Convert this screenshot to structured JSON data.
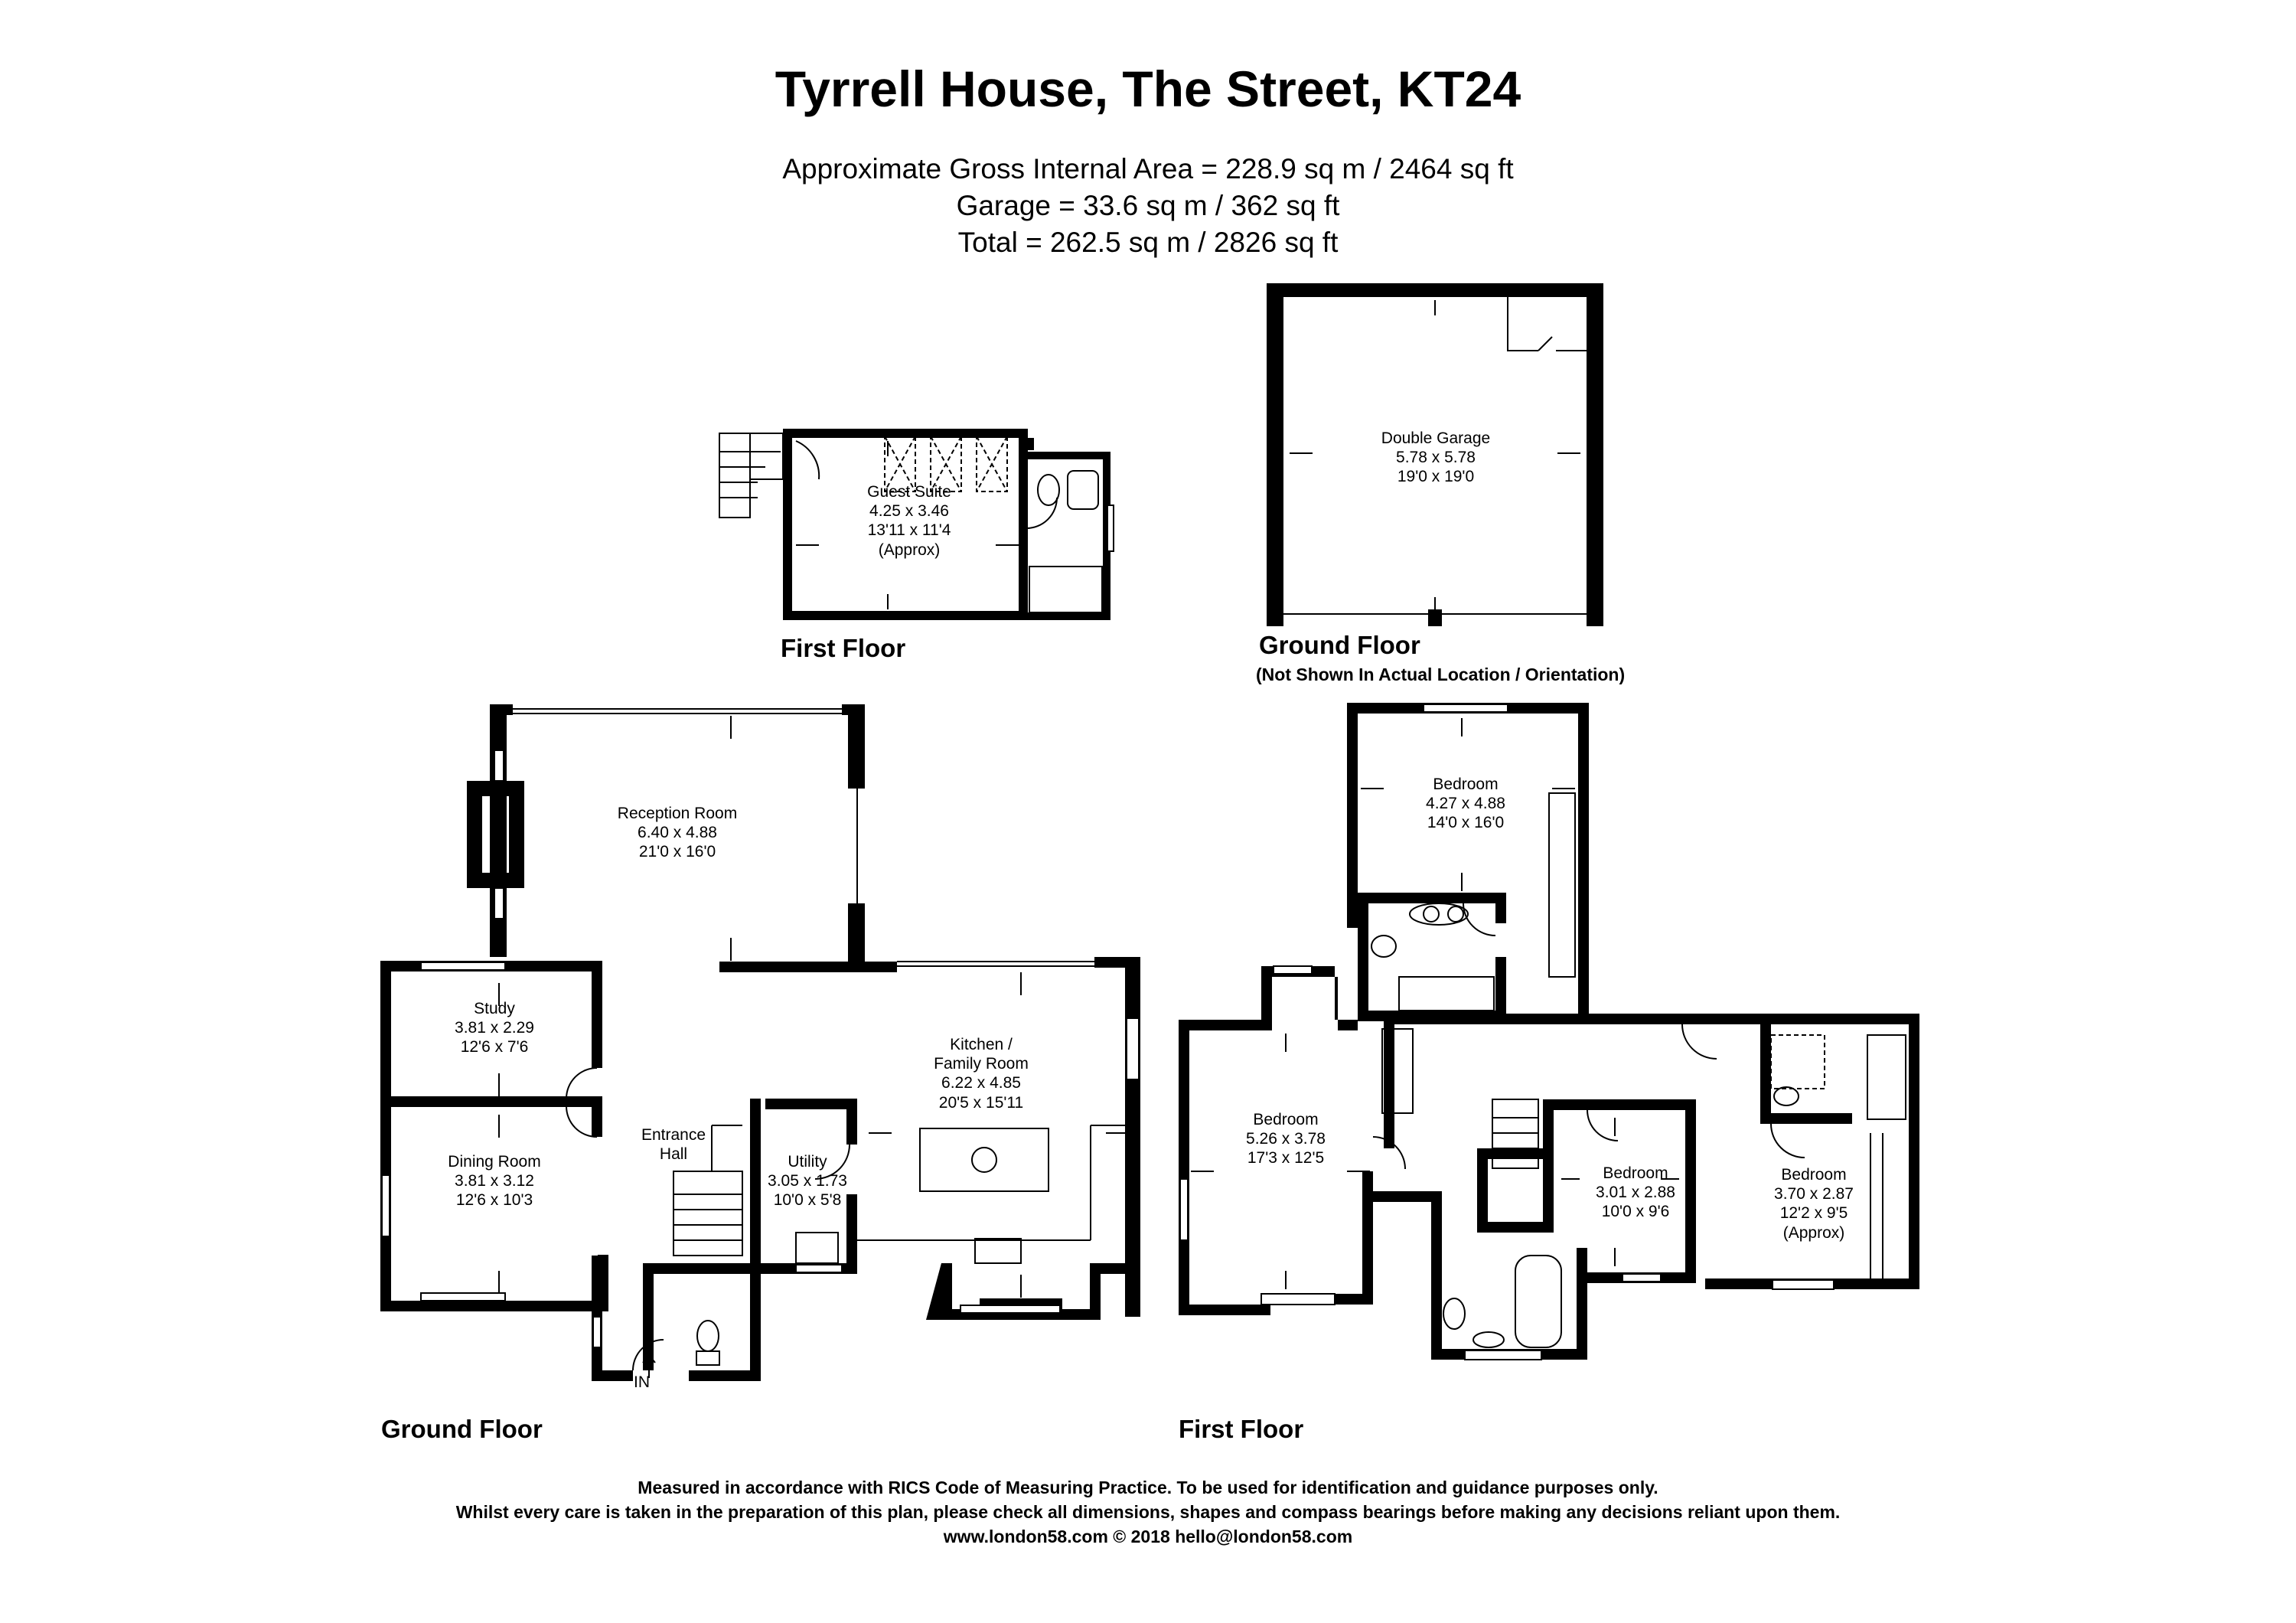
{
  "title": "Tyrrell House, The Street, KT24",
  "areas": {
    "line1": "Approximate Gross Internal Area = 228.9 sq m / 2464 sq ft",
    "line2": "Garage = 33.6 sq m / 362 sq ft",
    "line3": "Total = 262.5 sq m / 2826 sq ft"
  },
  "plans": {
    "guest_floor_label": "First Floor",
    "garage_floor_label": "Ground Floor",
    "garage_note": "(Not Shown In Actual Location / Orientation)",
    "ground_floor_label": "Ground Floor",
    "first_floor_label": "First Floor",
    "entrance_label": "IN"
  },
  "rooms": {
    "guest_suite": {
      "name": "Guest Suite",
      "metric": "4.25 x 3.46",
      "imperial": "13'11 x 11'4",
      "note": "(Approx)"
    },
    "double_garage": {
      "name": "Double Garage",
      "metric": "5.78 x 5.78",
      "imperial": "19'0 x 19'0"
    },
    "reception": {
      "name": "Reception Room",
      "metric": "6.40 x 4.88",
      "imperial": "21'0 x 16'0"
    },
    "study": {
      "name": "Study",
      "metric": "3.81 x 2.29",
      "imperial": "12'6 x 7'6"
    },
    "dining": {
      "name": "Dining Room",
      "metric": "3.81 x 3.12",
      "imperial": "12'6 x 10'3"
    },
    "entrance_hall": {
      "name1": "Entrance",
      "name2": "Hall"
    },
    "utility": {
      "name": "Utility",
      "metric": "3.05 x 1.73",
      "imperial": "10'0 x 5'8"
    },
    "kitchen": {
      "name1": "Kitchen /",
      "name2": "Family Room",
      "metric": "6.22 x 4.85",
      "imperial": "20'5 x 15'11"
    },
    "bedroom_top": {
      "name": "Bedroom",
      "metric": "4.27 x 4.88",
      "imperial": "14'0 x 16'0"
    },
    "bedroom_left": {
      "name": "Bedroom",
      "metric": "5.26 x 3.78",
      "imperial": "17'3 x 12'5"
    },
    "bedroom_mid": {
      "name": "Bedroom",
      "metric": "3.01 x 2.88",
      "imperial": "10'0 x 9'6"
    },
    "bedroom_right": {
      "name": "Bedroom",
      "metric": "3.70 x 2.87",
      "imperial": "12'2 x 9'5",
      "note": "(Approx)"
    }
  },
  "footer": {
    "line1": "Measured in accordance with RICS Code of Measuring Practice. To be used for identification and guidance purposes only.",
    "line2": "Whilst every care is taken in the preparation of this plan, please check all dimensions, shapes and compass bearings before making any decisions reliant upon them.",
    "line3": "www.london58.com © 2018 hello@london58.com"
  }
}
